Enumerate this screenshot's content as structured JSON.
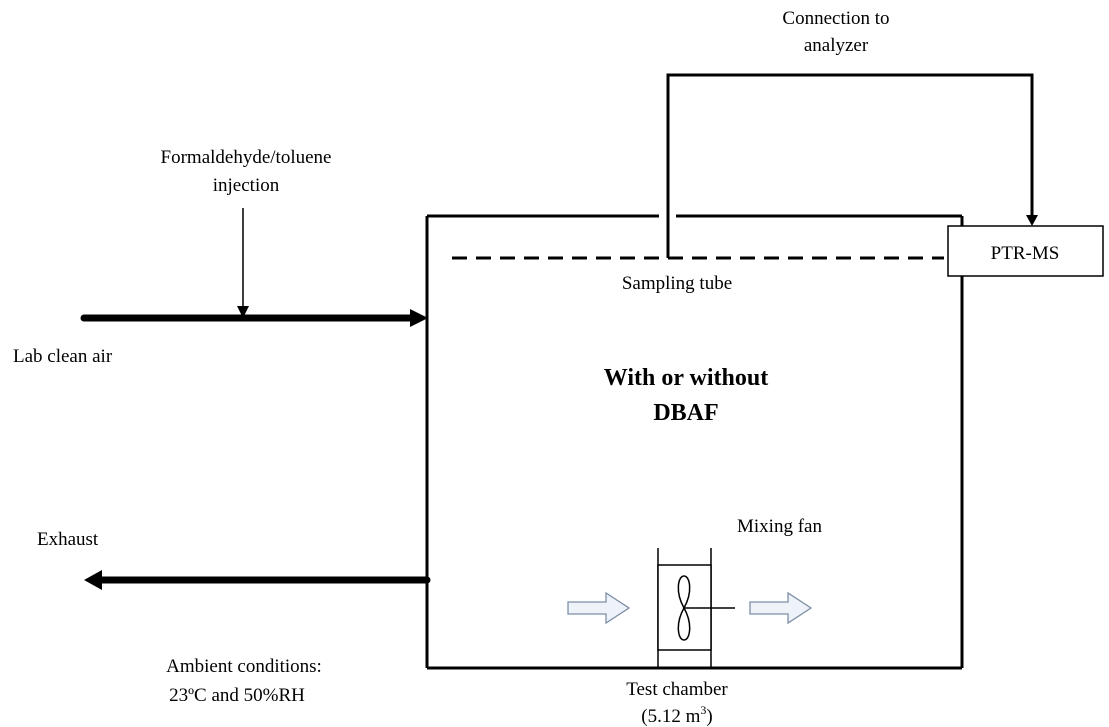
{
  "labels": {
    "connection_line1": "Connection to",
    "connection_line2": "analyzer",
    "injection_line1": "Formaldehyde/toluene",
    "injection_line2": "injection",
    "analyzer": "PTR-MS",
    "sampling_tube": "Sampling tube",
    "inlet": "Lab clean air",
    "center_line1": "With or without",
    "center_line2": "DBAF",
    "exhaust": "Exhaust",
    "fan": "Mixing fan",
    "ambient_line1": "Ambient conditions:",
    "ambient_line2": "23ºC and 50%RH",
    "chamber_line1": "Test chamber",
    "chamber_vol_open": "(5.12 m",
    "chamber_vol_sup": "3",
    "chamber_vol_close": ")"
  }
}
